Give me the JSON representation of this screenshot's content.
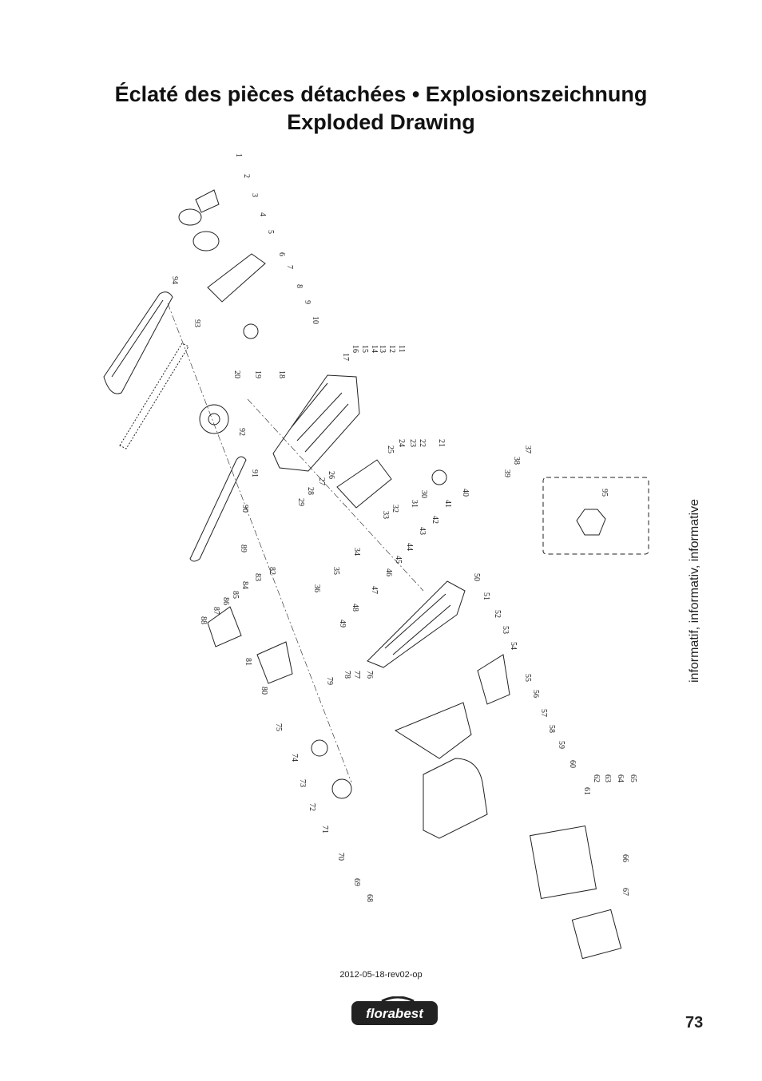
{
  "title": {
    "line1": "Éclaté des pièces détachées • Explosionszeichnung",
    "line2": "Exploded Drawing"
  },
  "side_note": "informatif, informativ, informative",
  "revision": "2012-05-18-rev02-op",
  "brand": "florabest",
  "page_number": "73",
  "diagram": {
    "part_numbers": [
      "1",
      "2",
      "3",
      "4",
      "5",
      "6",
      "7",
      "8",
      "9",
      "10",
      "11",
      "12",
      "13",
      "14",
      "15",
      "16",
      "17",
      "18",
      "19",
      "20",
      "21",
      "22",
      "23",
      "24",
      "25",
      "26",
      "27",
      "28",
      "29",
      "30",
      "31",
      "32",
      "33",
      "34",
      "35",
      "36",
      "37",
      "38",
      "39",
      "40",
      "41",
      "42",
      "43",
      "44",
      "45",
      "46",
      "47",
      "48",
      "49",
      "50",
      "51",
      "52",
      "53",
      "54",
      "55",
      "56",
      "57",
      "58",
      "59",
      "60",
      "61",
      "62",
      "63",
      "64",
      "65",
      "66",
      "67",
      "68",
      "69",
      "70",
      "71",
      "72",
      "73",
      "74",
      "75",
      "76",
      "77",
      "78",
      "79",
      "80",
      "81",
      "82",
      "83",
      "84",
      "85",
      "86",
      "87",
      "88",
      "89",
      "90",
      "91",
      "92",
      "93",
      "94",
      "95"
    ],
    "informative_part": "95"
  },
  "colors": {
    "ink": "#1a1a1a",
    "brand_bg": "#222222",
    "brand_text": "#ffffff"
  }
}
